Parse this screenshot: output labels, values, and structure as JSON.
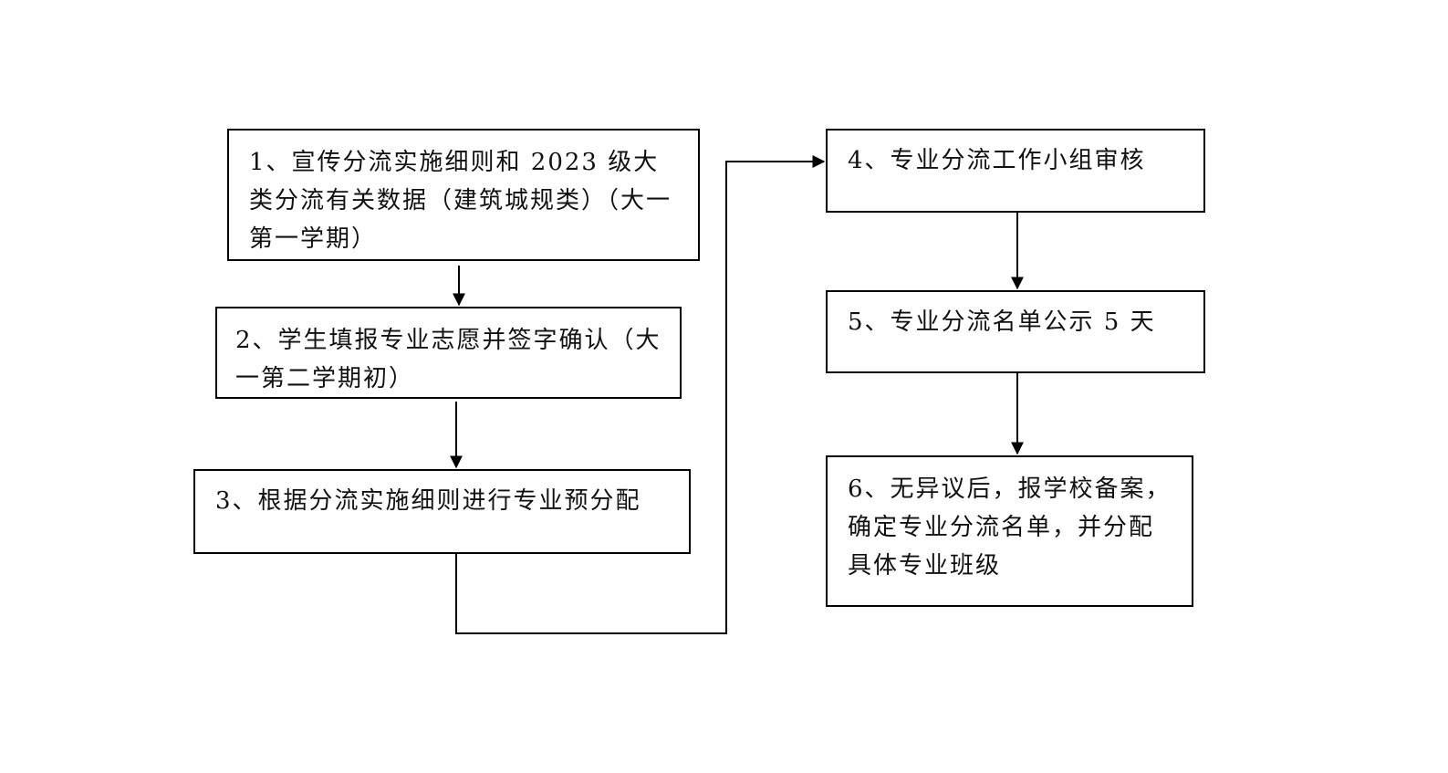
{
  "steps": [
    {
      "text": "1、宣传分流实施细则和 2023 级大类分流有关数据（建筑城规类）（大一第一学期）"
    },
    {
      "text": "2、学生填报专业志愿并签字确认（大一第二学期初）"
    },
    {
      "text": "3、根据分流实施细则进行专业预分配"
    },
    {
      "text": "4、专业分流工作小组审核"
    },
    {
      "text": "5、专业分流名单公示 5 天"
    },
    {
      "text": "6、无异议后，报学校备案，确定专业分流名单，并分配具体专业班级"
    }
  ],
  "colors": {
    "line": "#000000",
    "text": "#111111",
    "background": "#ffffff"
  }
}
